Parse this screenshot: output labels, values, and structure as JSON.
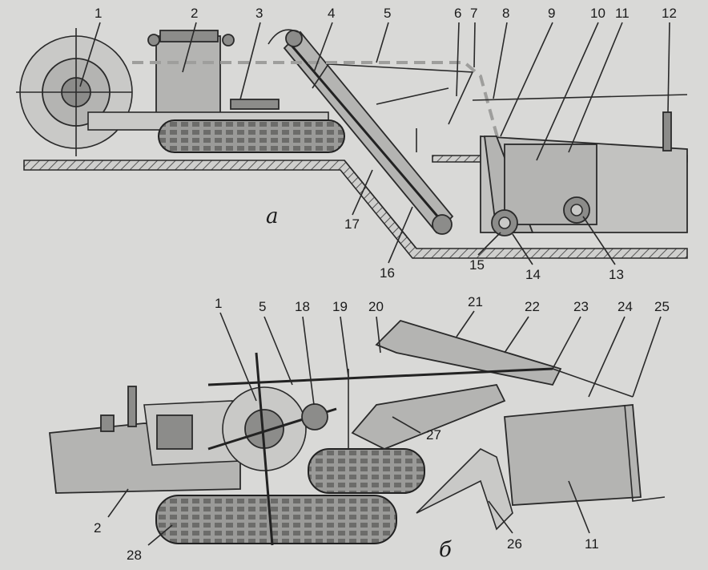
{
  "figure": {
    "part_a_label": "а",
    "part_b_label": "б"
  },
  "callouts_a": [
    "1",
    "2",
    "3",
    "4",
    "5",
    "6",
    "7",
    "8",
    "9",
    "10",
    "11",
    "12",
    "13",
    "14",
    "15",
    "16",
    "17"
  ],
  "callouts_b": [
    "1",
    "5",
    "18",
    "19",
    "20",
    "21",
    "22",
    "23",
    "24",
    "25",
    "2",
    "28",
    "26",
    "11",
    "27"
  ],
  "colors": {
    "paper": "#d9d9d7",
    "ink": "#1b1b1b",
    "fill_light": "#c9c9c7",
    "fill_mid": "#b4b4b2",
    "fill_dark": "#8c8c8a"
  }
}
